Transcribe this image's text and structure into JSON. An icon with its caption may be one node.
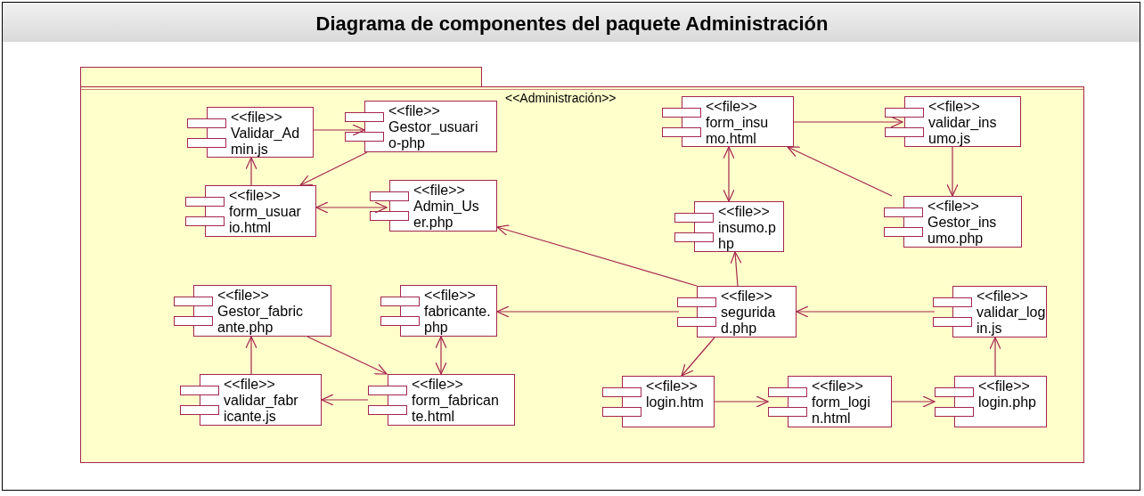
{
  "diagram": {
    "title": "Diagrama de componentes del paquete Administración",
    "nodes": [
      {
        "text": [
          "<<Administración>>"
        ]
      },
      {
        "text": [
          "<<file>>",
          "Validar_Admin.js"
        ],
        "in": 0
      },
      {
        "text": [
          "<<file>>",
          "Gestor_usuario-php"
        ],
        "in": 0
      },
      {
        "text": [
          "<<file>>",
          "form_usuario.html"
        ],
        "in": 0
      },
      {
        "text": [
          "<<file>>",
          "Admin_User.php"
        ],
        "in": 0
      },
      {
        "text": [
          "<<file>>",
          "form_insumo.html"
        ],
        "in": 0
      },
      {
        "text": [
          "<<file>>",
          "validar_insumo.js"
        ],
        "in": 0
      },
      {
        "text": [
          "<<file>>",
          "insumo.php"
        ],
        "in": 0
      },
      {
        "text": [
          "<<file>>",
          "Gestor_insumo.php"
        ],
        "in": 0
      },
      {
        "text": [
          "<<file>>",
          "Gestor_fabricante.php"
        ],
        "in": 0
      },
      {
        "text": [
          "<<file>>",
          "fabricante.php"
        ],
        "in": 0
      },
      {
        "text": [
          "<<file>>",
          "seguridad.php"
        ],
        "in": 0
      },
      {
        "text": [
          "<<file>>",
          "validar_login.js"
        ],
        "in": 0
      },
      {
        "text": [
          "<<file>>",
          "validar_fabricante.js"
        ],
        "in": 0
      },
      {
        "text": [
          "<<file>>",
          "form_fabricante.html"
        ],
        "in": 0
      },
      {
        "text": [
          "<<file>>",
          "login.htm"
        ],
        "in": 0
      },
      {
        "text": [
          "<<file>>",
          "form_login.html"
        ],
        "in": 0
      },
      {
        "text": [
          "<<file>>",
          "login.php"
        ],
        "in": 0
      }
    ],
    "edges": [
      {
        "from": 1,
        "to": 2,
        "arrow": "to"
      },
      {
        "from": 2,
        "to": 3,
        "arrow": "to"
      },
      {
        "from": 3,
        "to": 1,
        "arrow": "to"
      },
      {
        "from": 3,
        "to": 4,
        "arrow": "both"
      },
      {
        "from": 5,
        "to": 6,
        "arrow": "to"
      },
      {
        "from": 5,
        "to": 7,
        "arrow": "both"
      },
      {
        "from": 8,
        "to": 5,
        "arrow": "to"
      },
      {
        "from": 6,
        "to": 8,
        "arrow": "to"
      },
      {
        "from": 11,
        "to": 7,
        "arrow": "to"
      },
      {
        "from": 11,
        "to": 4,
        "arrow": "to"
      },
      {
        "from": 11,
        "to": 10,
        "arrow": "to"
      },
      {
        "from": 12,
        "to": 11,
        "arrow": "to"
      },
      {
        "from": 11,
        "to": 15,
        "arrow": "to"
      },
      {
        "from": 15,
        "to": 16,
        "arrow": "to"
      },
      {
        "from": 16,
        "to": 17,
        "arrow": "to"
      },
      {
        "from": 17,
        "to": 12,
        "arrow": "to"
      },
      {
        "from": 9,
        "to": 14,
        "arrow": "to"
      },
      {
        "from": 14,
        "to": 13,
        "arrow": "to"
      },
      {
        "from": 13,
        "to": 9,
        "arrow": "to"
      },
      {
        "from": 10,
        "to": 14,
        "arrow": "both"
      }
    ]
  }
}
